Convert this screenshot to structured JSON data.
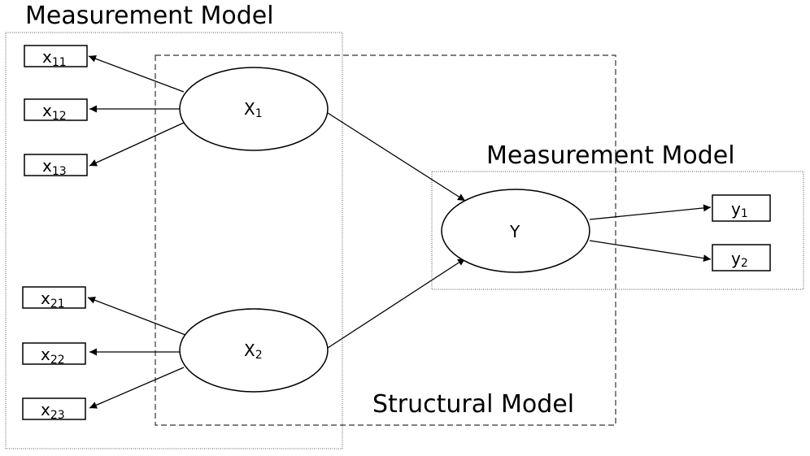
{
  "titles": {
    "measurement_left": "Measurement Model",
    "measurement_right": "Measurement Model",
    "structural": "Structural Model"
  },
  "latents": {
    "x1": {
      "base": "X",
      "sub": "1"
    },
    "x2": {
      "base": "X",
      "sub": "2"
    },
    "y": {
      "base": "Y",
      "sub": ""
    }
  },
  "indicators": {
    "x11": {
      "base": "x",
      "sub": "11"
    },
    "x12": {
      "base": "x",
      "sub": "12"
    },
    "x13": {
      "base": "x",
      "sub": "13"
    },
    "x21": {
      "base": "x",
      "sub": "21"
    },
    "x22": {
      "base": "x",
      "sub": "22"
    },
    "x23": {
      "base": "x",
      "sub": "23"
    },
    "y1": {
      "base": "y",
      "sub": "1"
    },
    "y2": {
      "base": "y",
      "sub": "2"
    }
  }
}
